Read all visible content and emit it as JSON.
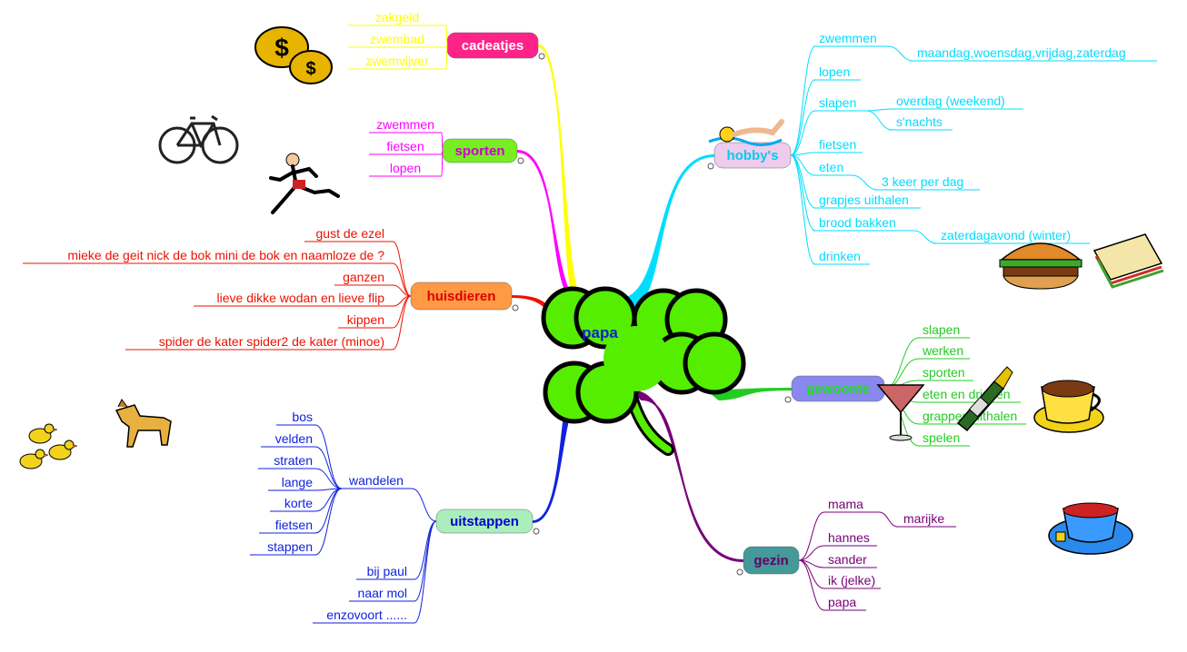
{
  "center": {
    "label": "papa",
    "color": "#55ee00"
  },
  "branches": [
    {
      "label": "cadeatjes",
      "color": "#ffff00",
      "fill": "#ff2288",
      "textColor": "#ffffff",
      "items": [
        {
          "label": "zakgeld"
        },
        {
          "label": "zwembad"
        },
        {
          "label": "zwemvijver"
        }
      ]
    },
    {
      "label": "sporten",
      "color": "#ff00ff",
      "fill": "#77ee22",
      "textColor": "#cc00cc",
      "items": [
        {
          "label": "zwemmen"
        },
        {
          "label": "fietsen"
        },
        {
          "label": "lopen"
        }
      ]
    },
    {
      "label": "huisdieren",
      "color": "#ee1100",
      "fill": "#ff9944",
      "textColor": "#dd0000",
      "items": [
        {
          "label": "gust de ezel"
        },
        {
          "label": "mieke de geit nick de bok mini de bok en naamloze de ?"
        },
        {
          "label": "ganzen"
        },
        {
          "label": "lieve dikke wodan en lieve flip"
        },
        {
          "label": "kippen"
        },
        {
          "label": "spider de kater spider2 de kater (minoe)"
        }
      ]
    },
    {
      "label": "uitstappen",
      "color": "#1122dd",
      "fill": "#aaeebb",
      "textColor": "#0000cc",
      "items": [
        {
          "label": "wandelen",
          "children": [
            {
              "label": "bos"
            },
            {
              "label": "velden"
            },
            {
              "label": "straten"
            },
            {
              "label": "lange"
            },
            {
              "label": "korte"
            },
            {
              "label": "fietsen"
            },
            {
              "label": "stappen"
            }
          ]
        },
        {
          "label": "bij paul"
        },
        {
          "label": "naar mol"
        },
        {
          "label": "enzovoort ......"
        }
      ]
    },
    {
      "label": "hobby's",
      "color": "#00ddff",
      "fill": "#eeccee",
      "textColor": "#00ccee",
      "items": [
        {
          "label": "zwemmen",
          "children": [
            {
              "label": "maandag,woensdag,vrijdag,zaterdag"
            }
          ]
        },
        {
          "label": "lopen"
        },
        {
          "label": "slapen",
          "children": [
            {
              "label": "overdag (weekend)"
            },
            {
              "label": "s'nachts"
            }
          ]
        },
        {
          "label": "fietsen"
        },
        {
          "label": "eten",
          "children": [
            {
              "label": "3 keer per dag"
            }
          ]
        },
        {
          "label": "grapjes uithalen"
        },
        {
          "label": "brood bakken",
          "children": [
            {
              "label": "zaterdagavond (winter)"
            }
          ]
        },
        {
          "label": "drinken"
        }
      ]
    },
    {
      "label": "gewoonte",
      "color": "#22cc22",
      "fill": "#8888ee",
      "textColor": "#22dd22",
      "items": [
        {
          "label": "slapen"
        },
        {
          "label": "werken"
        },
        {
          "label": "sporten"
        },
        {
          "label": "eten en drinken"
        },
        {
          "label": "grappen uithalen"
        },
        {
          "label": "spelen"
        }
      ]
    },
    {
      "label": "gezin",
      "color": "#770077",
      "fill": "#449999",
      "textColor": "#660066",
      "items": [
        {
          "label": "mama",
          "children": [
            {
              "label": "marijke"
            }
          ]
        },
        {
          "label": "hannes"
        },
        {
          "label": "sander"
        },
        {
          "label": "ik (jelke)"
        },
        {
          "label": "papa"
        }
      ]
    }
  ],
  "icons": [
    "gold-coins-icon",
    "bicycle-icon",
    "runner-icon",
    "swimmer-icon",
    "hamburger-icon",
    "sandwich-icon",
    "martini-glass-icon",
    "champagne-bottle-icon",
    "coffee-cup-icon",
    "tea-cup-icon",
    "chickens-icon",
    "dog-icon"
  ]
}
